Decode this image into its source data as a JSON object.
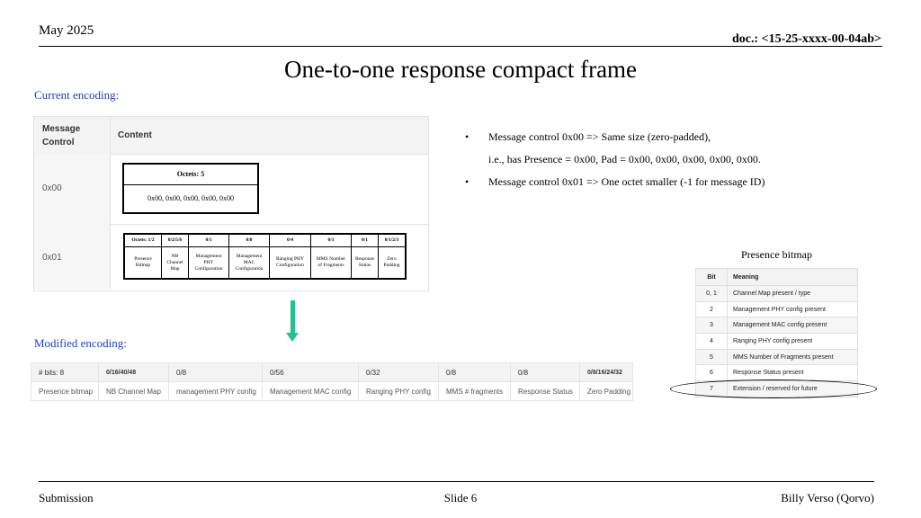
{
  "header": {
    "date": "May 2025",
    "doc": "doc.: <15-25-xxxx-00-04ab>"
  },
  "title": "One-to-one response compact frame",
  "current": {
    "label": "Current encoding:",
    "header": {
      "c1_line1": "Message",
      "c1_line2": "Control",
      "c2": "Content"
    },
    "row1": {
      "control": "0x00",
      "octets_header": "Octets: 5",
      "octets_value": "0x00, 0x00, 0x00, 0x00, 0x00"
    },
    "row2": {
      "control": "0x01",
      "grid_headers": [
        "Octets: 1/2",
        "0/2/5/6",
        "0/1",
        "0/8",
        "0/4",
        "0/1",
        "0/1",
        "0/1/2/3"
      ],
      "grid_values": [
        [
          "Presence",
          "Bitmap"
        ],
        [
          "NB",
          "Channel",
          "Map"
        ],
        [
          "Management",
          "PHY",
          "Configuration"
        ],
        [
          "Management",
          "MAC",
          "Configuration"
        ],
        [
          "Ranging PHY",
          "Configuration"
        ],
        [
          "MMS Number",
          "of Fragments"
        ],
        [
          "Response",
          "Status"
        ],
        [
          "Zero",
          "Padding"
        ]
      ]
    }
  },
  "bullets": {
    "b1_line1": "Message control 0x00 => Same size (zero-padded),",
    "b1_line2": "i.e., has Presence = 0x00, Pad = 0x00, 0x00, 0x00, 0x00, 0x00.",
    "b2": "Message control 0x01 => One octet smaller (-1 for message ID)",
    "bullet_char": "•"
  },
  "presence_bitmap": {
    "title": "Presence bitmap",
    "col_bit": "Bit",
    "col_meaning": "Meaning",
    "rows": [
      {
        "bit": "0, 1",
        "meaning": "Channel Map present / type"
      },
      {
        "bit": "2",
        "meaning": "Management PHY config present"
      },
      {
        "bit": "3",
        "meaning": "Management MAC config present"
      },
      {
        "bit": "4",
        "meaning": "Ranging PHY config present"
      },
      {
        "bit": "5",
        "meaning": "MMS Number of Fragments present"
      },
      {
        "bit": "6",
        "meaning": "Response Status present"
      },
      {
        "bit": "7",
        "meaning": "Extension / reserved for future"
      }
    ]
  },
  "modified": {
    "label": "Modified encoding:",
    "bits": [
      "# bits: 8",
      "0/16/40/48",
      "0/8",
      "0/56",
      "0/32",
      "0/8",
      "0/8",
      "0/8/16/24/32"
    ],
    "fields": [
      "Presence bitmap",
      "NB Channel Map",
      "management PHY config",
      "Management MAC config",
      "Ranging PHY config",
      "MMS # fragments",
      "Response Status",
      "Zero Padding"
    ]
  },
  "footer": {
    "left": "Submission",
    "center": "Slide 6",
    "right": "Billy Verso (Qorvo)"
  },
  "colors": {
    "arrow": "#1fc48a",
    "label_blue": "#1f3fbf"
  },
  "icons": {
    "arrow": "arrow-down-icon"
  }
}
